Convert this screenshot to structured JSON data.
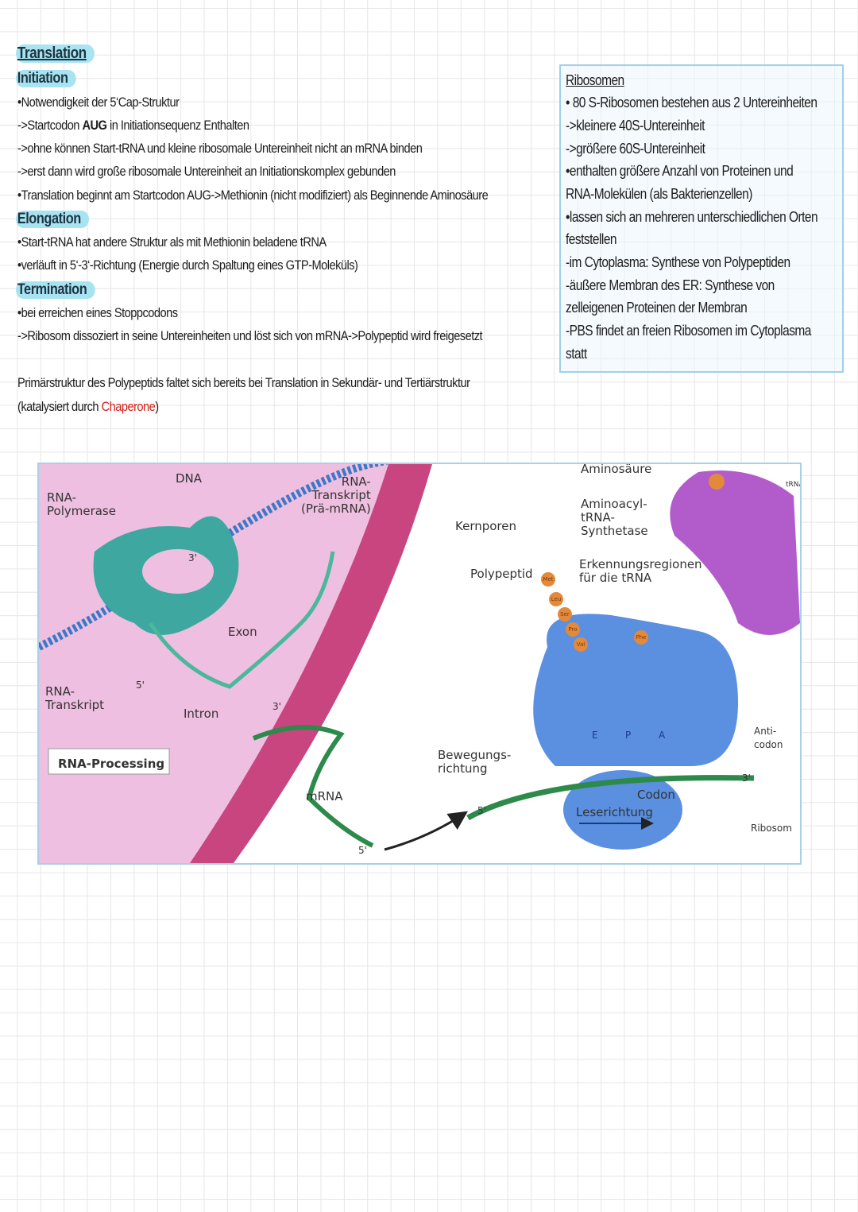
{
  "notes": {
    "title": "Translation",
    "initiation": {
      "heading": "Initiation",
      "lines": [
        "•Notwendigkeit der 5‘Cap-Struktur",
        "->Startcodon ",
        "->ohne können Start-tRNA und kleine ribosomale Untereinheit nicht an mRNA binden",
        "->erst dann wird große ribosomale Untereinheit an Initiationskomplex gebunden",
        "•Translation beginnt am Startcodon AUG->Methionin (nicht modifiziert) als Beginnende Aminosäure"
      ],
      "startcodon_bold": "AUG",
      "startcodon_rest": " in Initiationsequenz Enthalten"
    },
    "elongation": {
      "heading": "Elongation",
      "lines": [
        "•Start-tRNA hat andere Struktur als mit Methionin beladene tRNA",
        "•verläuft in 5‘-3‘-Richtung (Energie durch Spaltung eines GTP-Moleküls)"
      ]
    },
    "termination": {
      "heading": "Termination",
      "lines": [
        "•bei erreichen eines Stoppcodons",
        "->Ribosom dissoziert in seine Untereinheiten und löst sich von mRNA->Polypeptid wird freigesetzt"
      ]
    },
    "folding": {
      "line1": "Primärstruktur des Polypeptids faltet  sich bereits bei Translation in Sekundär- und Tertiärstruktur",
      "line2_pre": "(katalysiert durch ",
      "line2_red": "Chaperone",
      "line2_post": ")"
    }
  },
  "ribosomen_box": {
    "title": "Ribosomen",
    "lines": [
      "• 80 S-Ribosomen bestehen aus 2 Untereinheiten",
      "->kleinere 40S-Untereinheit",
      "->größere 60S-Untereinheit",
      "•enthalten größere Anzahl von Proteinen und",
      "RNA-Molekülen (als Bakterienzellen)",
      "•lassen sich an mehreren unterschiedlichen Orten",
      "feststellen",
      "-im Cytoplasma: Synthese von Polypeptiden",
      "-äußere Membran des ER: Synthese von",
      "zelleigenen Proteinen der Membran",
      "-PBS findet an freien Ribosomen im Cytoplasma",
      "statt"
    ]
  },
  "diagram": {
    "labels": {
      "rna_polymerase": "RNA-\nPolymerase",
      "dna": "DNA",
      "rna_transkript_top": "RNA-\nTranskript\n(Prä-mRNA)",
      "exon": "Exon",
      "intron": "Intron",
      "rna_transkript": "RNA-\nTranskript",
      "rna_processing": "RNA-Processing",
      "three_prime_a": "3'",
      "five_prime_a": "5'",
      "three_prime_b": "3'",
      "mrna": "mRNA",
      "five_prime_b": "5'",
      "five_prime_c": "5'",
      "kernporen": "Kernporen",
      "polypeptid": "Polypeptid",
      "aminosaeure": "Aminosäure",
      "synthetase": "Aminoacyl-\ntRNA-\nSynthetase",
      "erkennung": "Erkennungsregionen\nfür die tRNA",
      "trna": "tRNA",
      "bewegung": "Bewegungs-\nrichtung",
      "anticodon": "Anti-\ncodon",
      "codon": "Codon",
      "leserichtung": "Leserichtung",
      "ribosom": "Ribosom",
      "three_prime_c": "3'",
      "site_e": "E",
      "site_p": "P",
      "site_a": "A"
    },
    "amino_acids": [
      "Met",
      "Leu",
      "Ser",
      "Pro",
      "Val",
      "Phe"
    ],
    "colors": {
      "cytoplasm": "#f2c6e6",
      "membrane": "#c43c78",
      "ribosome": "#5b8fe0",
      "synthetase": "#b25ccc",
      "mrna": "#2d8a4a",
      "highlight": "#a8e3f2"
    }
  }
}
